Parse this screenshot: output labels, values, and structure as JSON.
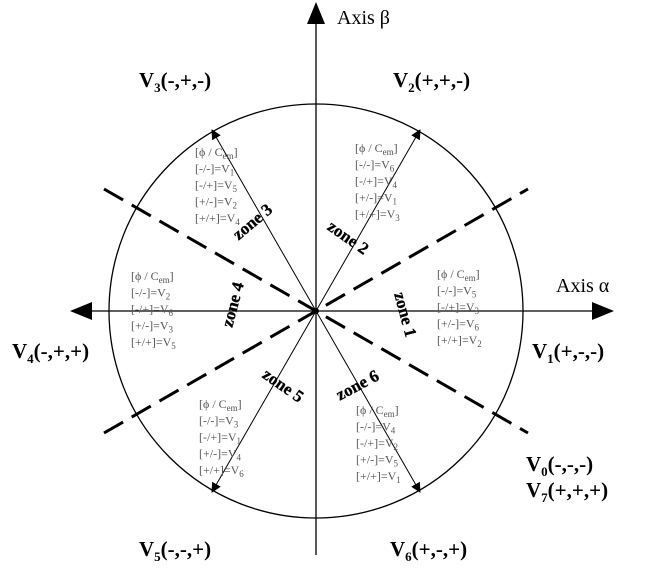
{
  "axes": {
    "alpha_label": "Axis α",
    "beta_label": "Axis β"
  },
  "vectors": {
    "v1": {
      "name": "V",
      "sub": "1",
      "signs": "(+,-,-)"
    },
    "v2": {
      "name": "V",
      "sub": "2",
      "signs": "(+,+,-)"
    },
    "v3": {
      "name": "V",
      "sub": "3",
      "signs": "(-,+,-)"
    },
    "v4": {
      "name": "V",
      "sub": "4",
      "signs": "(-,+,+)"
    },
    "v5": {
      "name": "V",
      "sub": "5",
      "signs": "(-,-,+)"
    },
    "v6": {
      "name": "V",
      "sub": "6",
      "signs": "(+,-,+)"
    },
    "v0": {
      "name": "V",
      "sub": "0",
      "signs": "(-,-,-)"
    },
    "v7": {
      "name": "V",
      "sub": "7",
      "signs": "(+,+,+)"
    }
  },
  "zones": {
    "z1": "zone 1",
    "z2": "zone 2",
    "z3": "zone 3",
    "z4": "zone 4",
    "z5": "zone 5",
    "z6": "zone 6"
  },
  "tables": {
    "header": {
      "phi": "[ϕ / C",
      "sub": "em",
      "close": "]"
    },
    "row_keys": [
      "[-/-]=V",
      "[-/+]=V",
      "[+/-]=V",
      "[+/+]=V"
    ],
    "zone1": [
      "5",
      "3",
      "6",
      "2"
    ],
    "zone2": [
      "6",
      "4",
      "1",
      "3"
    ],
    "zone3": [
      "1",
      "5",
      "2",
      "4"
    ],
    "zone4": [
      "2",
      "6",
      "3",
      "5"
    ],
    "zone5": [
      "3",
      "1",
      "4",
      "6"
    ],
    "zone6": [
      "4",
      "2",
      "5",
      "1"
    ]
  }
}
